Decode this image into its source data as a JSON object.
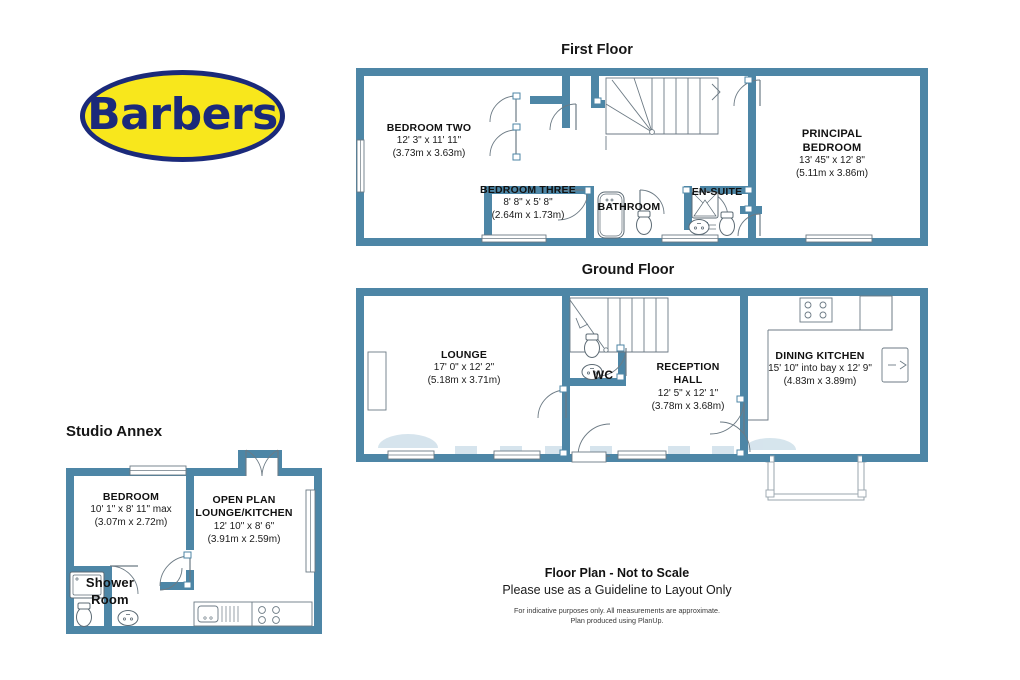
{
  "brand": {
    "name": "Barbers",
    "logo_fill": "#f8e71c",
    "logo_stroke": "#1b2a7a"
  },
  "palette": {
    "wall": "#4d86a6",
    "fixture_line": "#5d6b75",
    "shadow": "#cfe0ea",
    "text": "#111111"
  },
  "floors": [
    {
      "id": "first",
      "title": "First Floor",
      "rooms": [
        {
          "name": "BEDROOM TWO",
          "imperial": "12' 3\" x 11' 11\"",
          "metric": "(3.73m x 3.63m)"
        },
        {
          "name": "BEDROOM THREE",
          "imperial": "8' 8\" x 5' 8\"",
          "metric": "(2.64m x 1.73m)"
        },
        {
          "name": "BATHROOM",
          "imperial": "",
          "metric": ""
        },
        {
          "name": "EN-SUITE",
          "imperial": "",
          "metric": ""
        },
        {
          "name": "PRINCIPAL BEDROOM",
          "name_line1": "PRINCIPAL",
          "name_line2": "BEDROOM",
          "imperial": "13' 45\" x 12' 8\"",
          "metric": "(5.11m x 3.86m)"
        }
      ]
    },
    {
      "id": "ground",
      "title": "Ground Floor",
      "rooms": [
        {
          "name": "LOUNGE",
          "imperial": "17' 0\" x 12' 2\"",
          "metric": "(5.18m x 3.71m)"
        },
        {
          "name": "WC",
          "imperial": "",
          "metric": ""
        },
        {
          "name": "RECEPTION HALL",
          "name_line1": "RECEPTION",
          "name_line2": "HALL",
          "imperial": "12' 5\" x 12' 1\"",
          "metric": "(3.78m x 3.68m)"
        },
        {
          "name": "DINING KITCHEN",
          "imperial": "15' 10\" into bay x 12' 9\"",
          "metric": "(4.83m x 3.89m)"
        }
      ]
    },
    {
      "id": "annex",
      "title": "Studio Annex",
      "rooms": [
        {
          "name": "BEDROOM",
          "imperial": "10' 1\" x 8' 11\" max",
          "metric": "(3.07m x 2.72m)"
        },
        {
          "name": "OPEN PLAN LOUNGE/KITCHEN",
          "name_line1": "OPEN PLAN",
          "name_line2": "LOUNGE/KITCHEN",
          "imperial": "12' 10\" x 8' 6\"",
          "metric": "(3.91m x 2.59m)"
        },
        {
          "name": "Shower Room",
          "name_line1": "Shower",
          "name_line2": "Room",
          "imperial": "",
          "metric": ""
        }
      ]
    }
  ],
  "footer": {
    "line1": "Floor Plan - Not to Scale",
    "line2": "Please use as a Guideline to Layout Only",
    "line3a": "For indicative purposes only. All measurements are approximate.",
    "line3b": "Plan produced using PlanUp."
  }
}
